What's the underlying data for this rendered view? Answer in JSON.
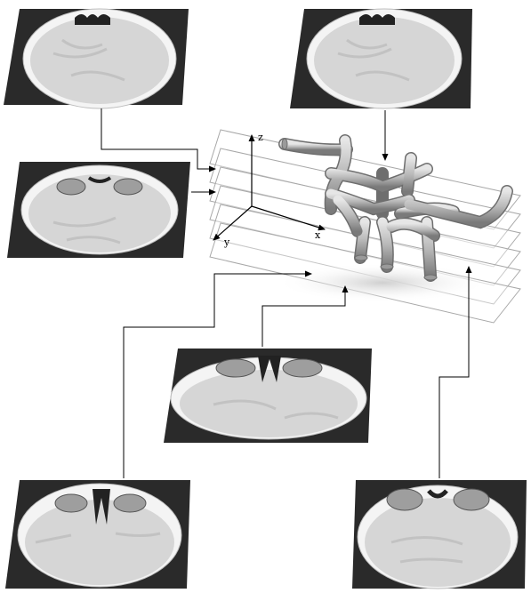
{
  "axes": {
    "x": "x",
    "y": "y",
    "z": "z"
  },
  "colors": {
    "background": "#ffffff",
    "slice_frame": "#2a2a2a",
    "skull": "#f4f4f4",
    "brain": "#d6d6d6",
    "brain_texture": "#c2c2c2",
    "arrow": "#000000",
    "plane_line": "#a8a8a8",
    "vessel_fill": "#bdbdbd",
    "vessel_edge": "#6e6e6e",
    "shadow": "#d9d9d9"
  },
  "slices": [
    {
      "id": "slice-1",
      "shape": "upper-sinus"
    },
    {
      "id": "slice-2",
      "shape": "upper-sinus"
    },
    {
      "id": "slice-3",
      "shape": "orbit-level"
    },
    {
      "id": "slice-4",
      "shape": "orbit-level"
    },
    {
      "id": "slice-5",
      "shape": "skull-base"
    },
    {
      "id": "slice-6",
      "shape": "skull-base"
    }
  ],
  "planes": {
    "count": 6
  },
  "vessel_model": {
    "icon": "cerebral-vessel-tree-3d"
  }
}
